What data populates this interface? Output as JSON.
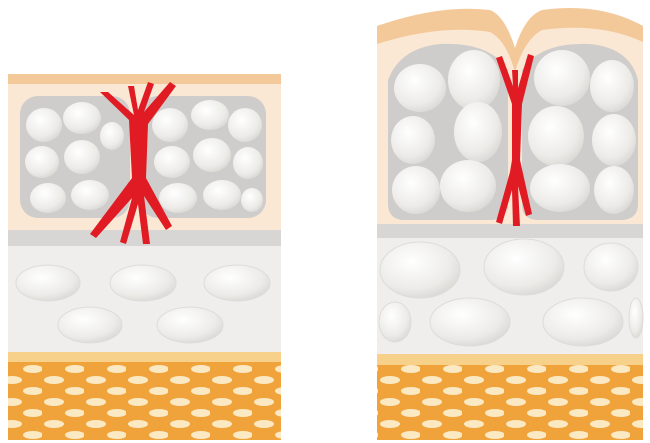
{
  "diagram": {
    "panels": [
      {
        "key": "left",
        "variant": "smooth",
        "surface_dip": false,
        "upper_fat_cells": 16,
        "lower_fat_cells": 5
      },
      {
        "key": "right",
        "variant": "bulging",
        "surface_dip": true,
        "upper_fat_cells": 12,
        "lower_fat_cells": 7
      }
    ],
    "colors": {
      "skin": "#f3c99a",
      "dermis": "#fbe8d4",
      "fat_cell": "#ecebe8",
      "fat_cell_edge": "#d4d3d0",
      "fat_pocket": "#cfcdcb",
      "septa": "#e01b24",
      "fascia": "#d8d6d4",
      "lower_fat": "#efeeec",
      "muscle": "#f0a33a",
      "muscle_band": "#f7d08a",
      "muscle_spots": "#fbe9c4"
    }
  }
}
